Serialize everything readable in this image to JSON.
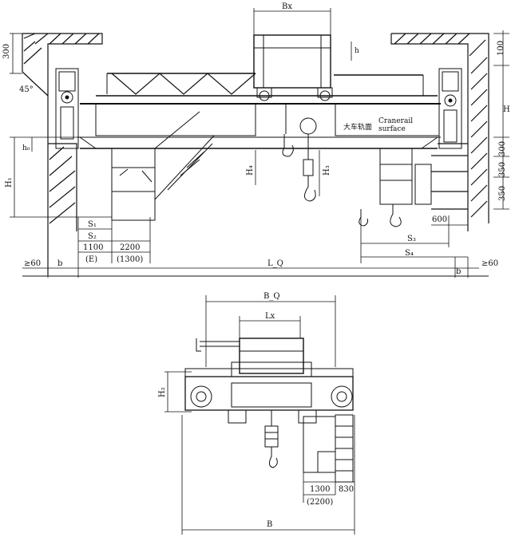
{
  "top_view": {
    "bx": "Bx",
    "h_small": "h",
    "dim_300_left": "300",
    "dim_100_right": "100",
    "angle": "45°",
    "H_label": "H",
    "h0": "h₀",
    "H1": "H₁",
    "H4": "H₄",
    "H3": "H₃",
    "rail_cn": "大车轨面",
    "rail_en_1": "Cranerail",
    "rail_en_2": "surface",
    "dim_300_right": "300",
    "dim_350_a": "350",
    "dim_350_b": "350",
    "dim_600": "600",
    "S1": "S₁",
    "S2": "S₂",
    "S3": "S₃",
    "S4": "S₄",
    "dim_1100": "1100",
    "dim_2200": "2200",
    "dim_E": "(E)",
    "dim_1300": "(1300)",
    "ge60_left": "≥60",
    "b_left": "b",
    "Lq": "L_Q",
    "b_right": "b",
    "ge60_right": "≥60"
  },
  "side_view": {
    "Bq": "B_Q",
    "Lx": "Lx",
    "H2": "H₂",
    "dim_1300": "1300",
    "dim_830": "830",
    "dim_2200": "(2200)",
    "B": "B"
  }
}
